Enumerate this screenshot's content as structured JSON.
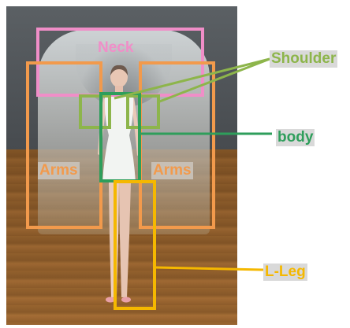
{
  "labels": {
    "neck": "Neck",
    "arms_left": "Arms",
    "arms_right": "Arms",
    "shoulder": "Shoulder",
    "body": "body",
    "l_leg": "L-Leg"
  },
  "colors": {
    "neck": "#f08ec8",
    "arms": "#f29a4c",
    "shoulder": "#8db54b",
    "body": "#2e9e5b",
    "l_leg": "#f5b800"
  }
}
